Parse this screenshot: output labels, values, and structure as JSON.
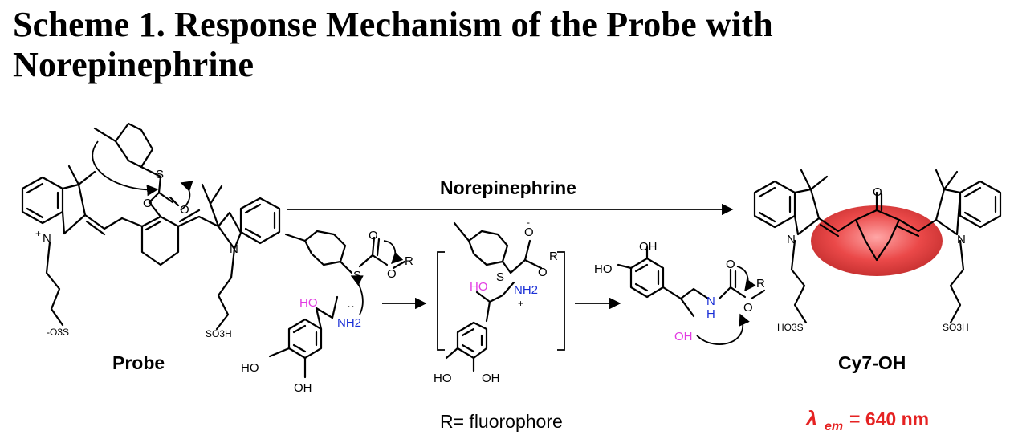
{
  "title": "Scheme 1. Response Mechanism of the Probe with Norepinephrine",
  "reagent_label": "Norepinephrine",
  "probe": {
    "name": "Probe",
    "atoms": {
      "n_plus": "N",
      "plus": "+",
      "n": "N",
      "o": "O",
      "s": "S",
      "carbonyl_o": "O",
      "so3_left": "-O3S",
      "so3_right": "SO3H"
    }
  },
  "thiocarbonate": {
    "s": "S",
    "o_top": "O",
    "o_r": "O",
    "r": "R"
  },
  "norepinephrine": {
    "ho_top": "HO",
    "nh2": "NH2",
    "lone_pair": "··",
    "ho_ring": "HO",
    "oh_ring": "OH"
  },
  "intermediate": {
    "o_minus": "O",
    "minus": "-",
    "s": "S",
    "o_r": "O",
    "r": "R",
    "ho": "HO",
    "nh2_plus": "NH2",
    "plus": "+",
    "ho_ring": "HO",
    "oh_ring": "OH"
  },
  "carbamate": {
    "oh_top": "OH",
    "ho_left": "HO",
    "o_top": "O",
    "o_r": "O",
    "r": "R",
    "nh": "N",
    "h": "H",
    "oh_side": "OH"
  },
  "product": {
    "name": "Cy7-OH",
    "atoms": {
      "o": "O",
      "n_left": "N",
      "n_right": "N",
      "so3_left": "HO3S",
      "so3_right": "SO3H"
    }
  },
  "fluorophore_note": "R= fluorophore",
  "emission": {
    "lambda": "λ",
    "sub": "em",
    "value": "= 640 nm"
  },
  "colors": {
    "hydroxyl": "#e23be2",
    "amine": "#1a2fd6",
    "emission": "#e52222",
    "highlight": "#e02020"
  }
}
